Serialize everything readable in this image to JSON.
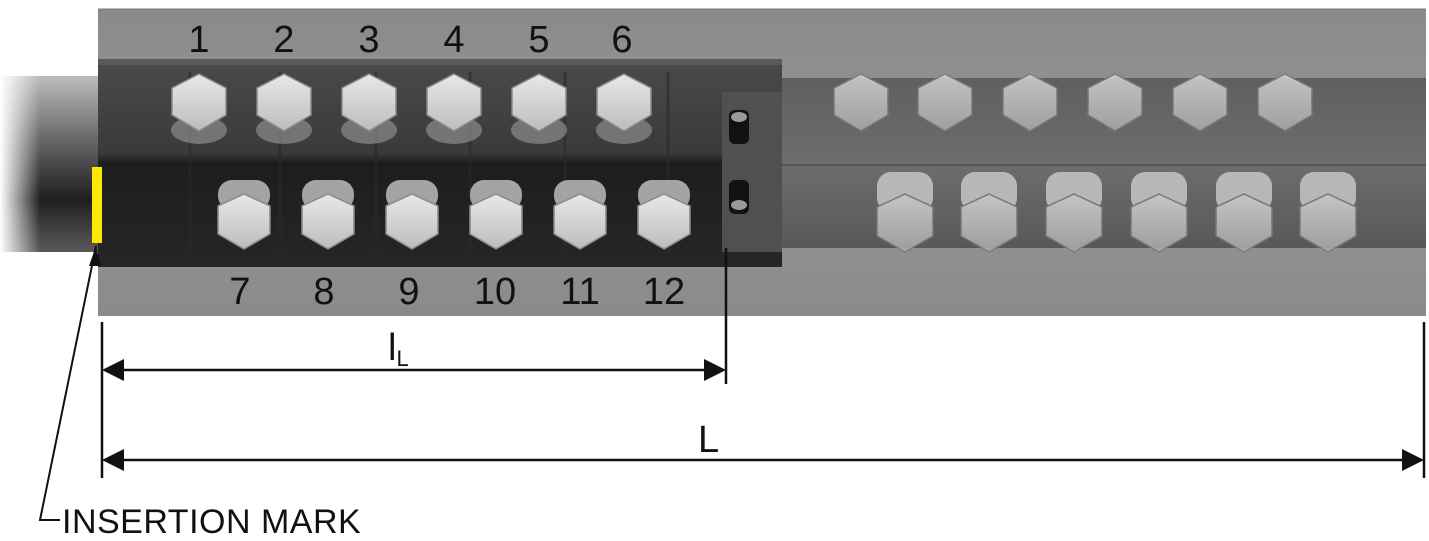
{
  "bolt_numbers": {
    "top_row": [
      "1",
      "2",
      "3",
      "4",
      "5",
      "6"
    ],
    "bottom_row": [
      "7",
      "8",
      "9",
      "10",
      "11",
      "12"
    ]
  },
  "dimensions": {
    "insertion_length_main": "l",
    "insertion_length_sub": "L",
    "total_length": "L"
  },
  "callout": {
    "insertion_mark": "INSERTION MARK"
  },
  "colors": {
    "insertion_mark": "#ffe800",
    "sleeve": "#8f8f8f",
    "inner_bar": "#3c3c3c",
    "bolt_head": "#d2d2d2"
  }
}
